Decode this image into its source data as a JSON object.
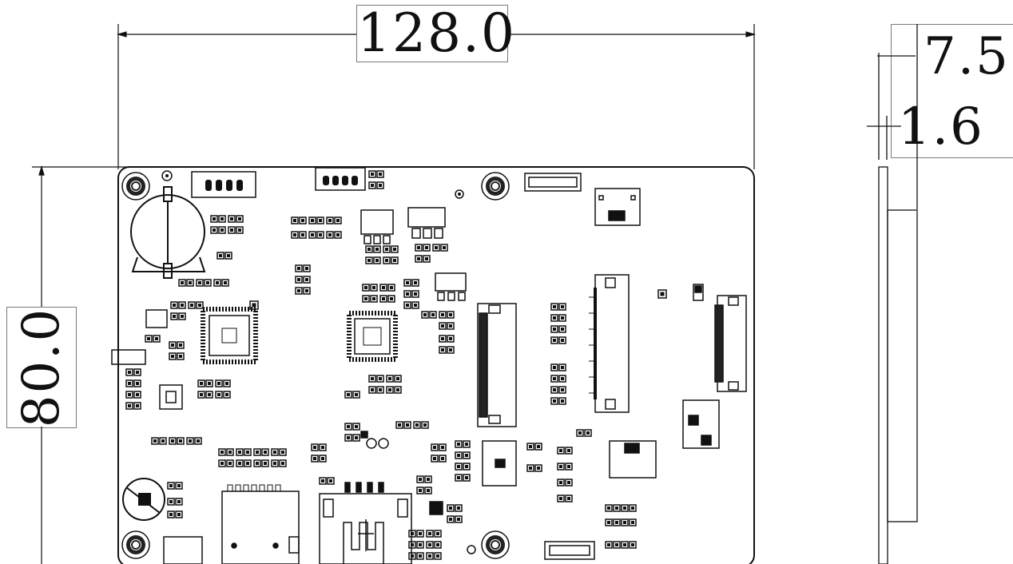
{
  "dimensions": {
    "width": "128.0",
    "height": "80.0",
    "overall_thickness": "7.5",
    "pcb_thickness": "1.6"
  },
  "colors": {
    "line": "#111111",
    "label_border": "#7a7a7a",
    "background": "#ffffff"
  }
}
